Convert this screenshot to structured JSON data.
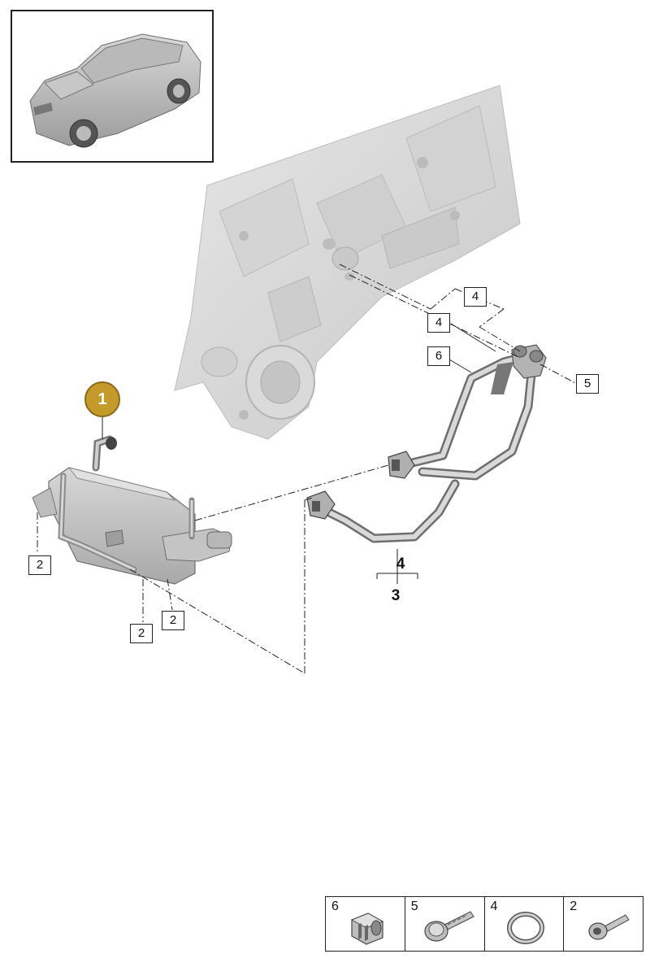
{
  "overview": {
    "icon": "car-suv-icon"
  },
  "position_badge": {
    "label": "1",
    "color": "#c49a2b"
  },
  "callouts": {
    "c4_upper": "4",
    "c4_lower": "4",
    "c6": "6",
    "c5": "5",
    "c2_left": "2",
    "c2_mid": "2",
    "c2_bottom": "2"
  },
  "assembly": {
    "label_top": "4",
    "label_bottom": "3"
  },
  "parts_table": {
    "items": [
      {
        "number": "6",
        "icon": "clip-connector-icon"
      },
      {
        "number": "5",
        "icon": "flange-bolt-icon"
      },
      {
        "number": "4",
        "icon": "o-ring-icon"
      },
      {
        "number": "2",
        "icon": "torx-screw-icon"
      }
    ]
  }
}
